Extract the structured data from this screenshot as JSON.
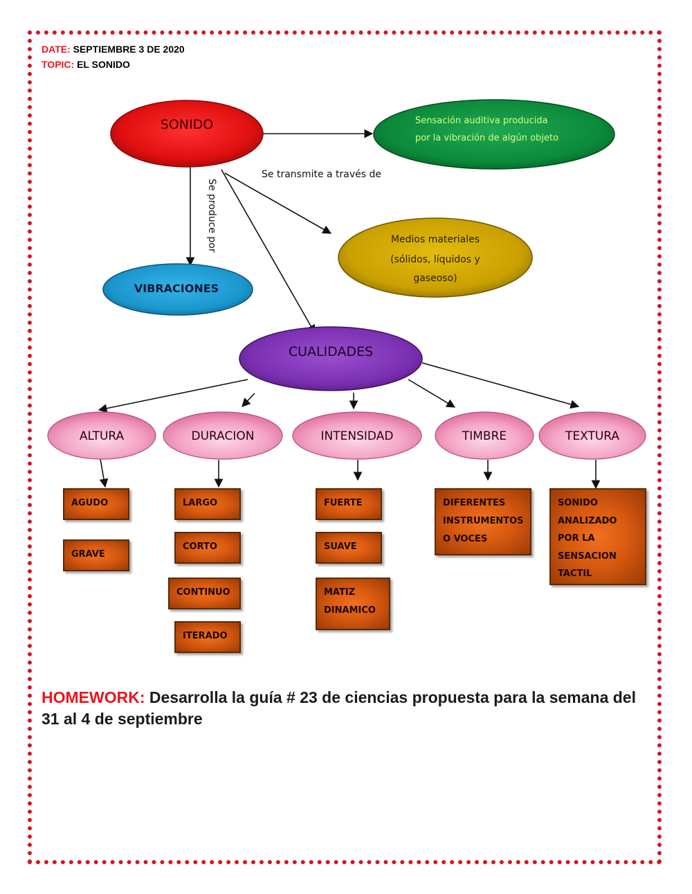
{
  "header": {
    "date_label": "DATE:",
    "date_value": "SEPTIEMBRE 3 DE 2020",
    "topic_label": "TOPIC:",
    "topic_value": "EL SONIDO"
  },
  "diagram": {
    "nodes": {
      "sonido": "SONIDO",
      "definition_line1": "Sensación auditiva producida",
      "definition_line2": "por la vibración de algún objeto",
      "vibraciones": "VIBRACIONES",
      "medios_line1": "Medios materiales",
      "medios_line2": "(sólidos, líquidos y",
      "medios_line3": "gaseoso)",
      "cualidades": "CUALIDADES",
      "altura": "ALTURA",
      "duracion": "DURACION",
      "intensidad": "INTENSIDAD",
      "timbre": "TIMBRE",
      "textura": "TEXTURA"
    },
    "edge_labels": {
      "se_transmite": "Se transmite a través de",
      "se_produce": "Se produce por"
    },
    "boxes": {
      "agudo": "AGUDO",
      "grave": "GRAVE",
      "largo": "LARGO",
      "corto": "CORTO",
      "continuo": "CONTINUO",
      "iterado": "ITERADO",
      "fuerte": "FUERTE",
      "suave": "SUAVE",
      "matiz": "MATIZ\nDINAMICO",
      "diferentes": "DIFERENTES\nINSTRUMENTOS\nO VOCES",
      "sonido_analizado": "SONIDO\nANALIZADO\nPOR LA\nSENSACION\nTACTIL"
    }
  },
  "homework": {
    "label": "HOMEWORK:",
    "text": " Desarrolla la guía # 23 de ciencias propuesta para la semana del  31 al 4 de septiembre"
  },
  "colors": {
    "border": "#d01824",
    "label_red": "#e8161d",
    "sonido": "#e01010",
    "definition": "#0b8a3a",
    "vibraciones": "#1b96cc",
    "medios": "#c9a000",
    "cualidades": "#7a2eb0",
    "subnodes": "#f4a6c6",
    "boxes": "#d85a10"
  }
}
